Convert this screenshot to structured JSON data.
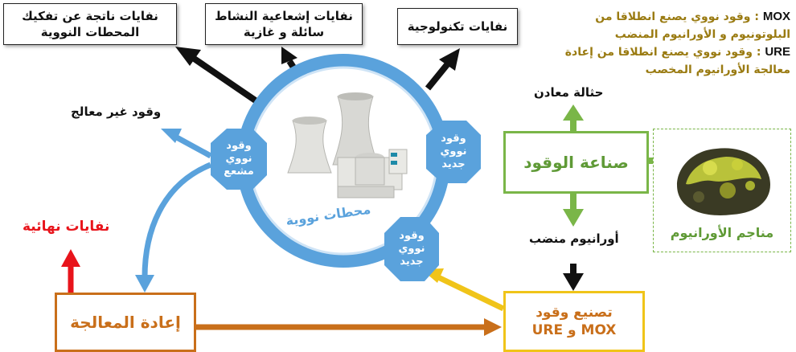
{
  "top_boxes": {
    "dismantling": "نفايات ناتجة عن تفكيك المحطات النووية",
    "radioactive": "نفايات إشعاعية النشاط سائلة و غازية",
    "technological": "نفايات تكنولوجية"
  },
  "legend": {
    "mox_code": "MOX",
    "mox_text": ": وقود نووي يصنع انطلاقا من البلوتونيوم و الأورانيوم المنضب",
    "ure_code": "URE",
    "ure_text": ": وقود نووي يصنع انطلاقا من إعادة معالجة الأورانيوم المخصب"
  },
  "labels": {
    "unprocessed_fuel": "وقود غير معالج",
    "final_waste": "نفايات نهائية",
    "metal_waste": "حثالة معادن",
    "depleted_uranium": "أورانيوم منضب"
  },
  "center": {
    "plants": "محطات نووية",
    "irradiated_fuel": "وقود نووي مشعع",
    "new_fuel_right": "وقود نووي جديد",
    "new_fuel_bottom": "وقود نووي جديد"
  },
  "boxes": {
    "fuel_industry": "صناعة الوقود",
    "uranium_mines": "مناجم الأورانيوم",
    "fuel_manufacturing_line1": "تصنيع وقود",
    "fuel_manufacturing_line2": "MOX و URE",
    "reprocessing": "إعادة المعالجة"
  },
  "colors": {
    "blue": "#5aa2dc",
    "green": "#7ab648",
    "yellow": "#f0c419",
    "orange": "#c96f1a",
    "red": "#e8141b",
    "black": "#111111",
    "legend_text": "#9a7b12"
  }
}
